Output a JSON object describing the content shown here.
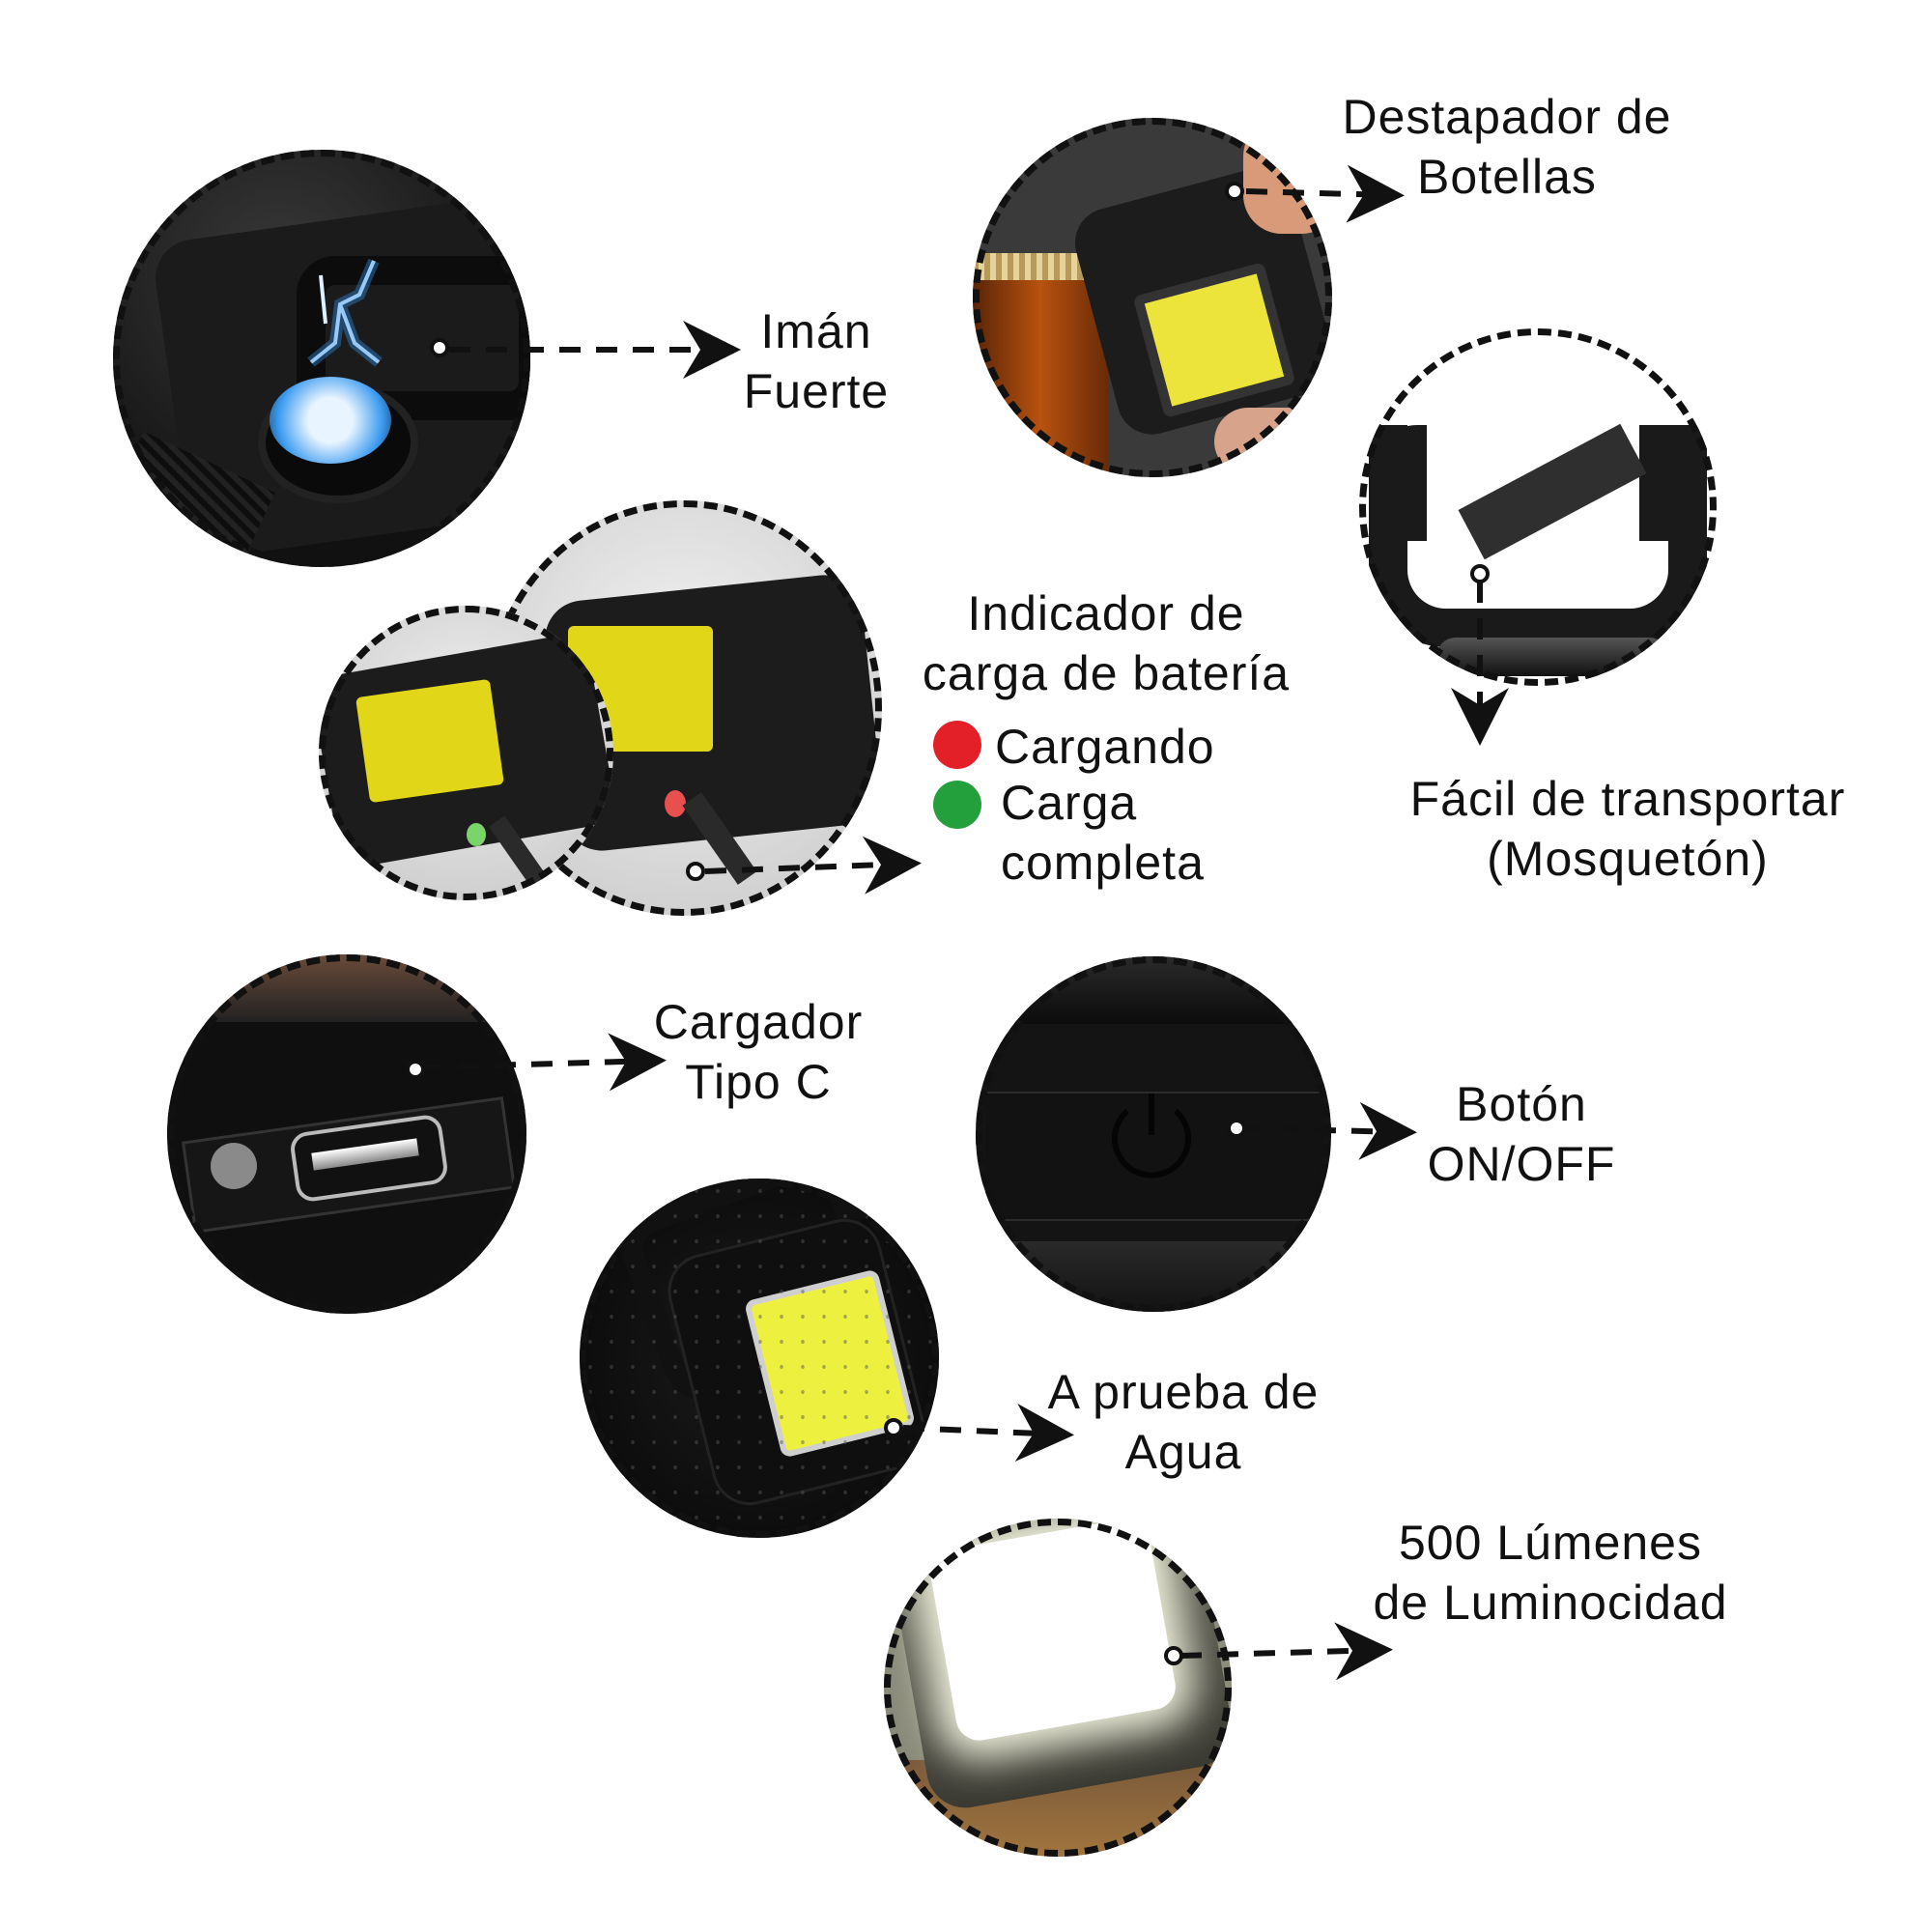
{
  "features": [
    {
      "id": "iman",
      "lines": [
        "Imán",
        "Fuerte"
      ]
    },
    {
      "id": "destapador",
      "lines": [
        "Destapador de",
        "Botellas"
      ]
    },
    {
      "id": "indicador",
      "lines": [
        "Indicador de",
        "carga de batería"
      ]
    },
    {
      "id": "mosqueton",
      "lines": [
        "Fácil de transportar",
        "(Mosquetón)"
      ]
    },
    {
      "id": "cargador",
      "lines": [
        "Cargador",
        "Tipo C"
      ]
    },
    {
      "id": "boton",
      "lines": [
        "Botón",
        "ON/OFF"
      ]
    },
    {
      "id": "agua",
      "lines": [
        "A prueba de",
        "Agua"
      ]
    },
    {
      "id": "lumenes",
      "lines": [
        "500 Lúmenes",
        "de Luminocidad"
      ]
    }
  ],
  "battery_legend": [
    {
      "label": "Cargando",
      "color": "#e32028"
    },
    {
      "label": "Carga",
      "label2": "completa",
      "color": "#23a03c"
    }
  ],
  "colors": {
    "led_yellow": "#e8e020",
    "device_black": "#161616",
    "magnet_blue": "#2f8fe8"
  }
}
